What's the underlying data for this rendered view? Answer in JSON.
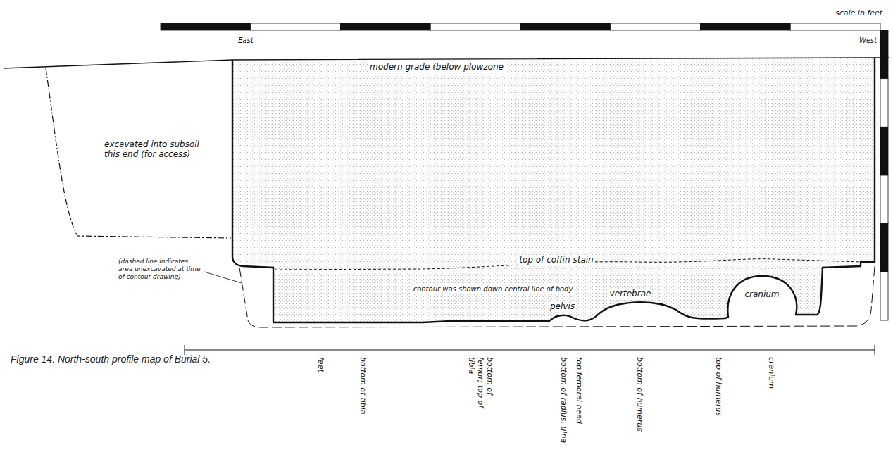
{
  "diagram": {
    "caption": "Figure 14. North-south profile map of Burial 5.",
    "labels": [
      "scale in feet",
      "East",
      "West",
      "modern grade (below plowzone",
      "excavated into subsoil this end (for access)",
      "(dashed line indicates area unexcavated at time of contour drawing)",
      "top of coffin stain",
      "contour was shown down central line of body",
      "pelvis",
      "vertebrae",
      "cranium",
      "feet",
      "bottom of tibia",
      "bottom of femur; top of tibia",
      "bottom of radius, ulna",
      "top femoral head",
      "bottom of humerus",
      "top of humerus",
      "cranium"
    ]
  }
}
